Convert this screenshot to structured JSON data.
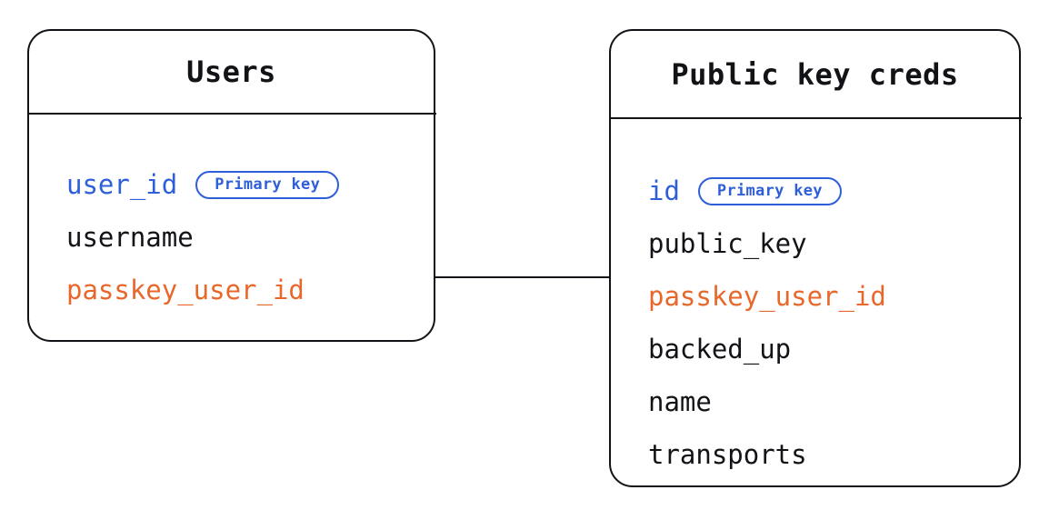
{
  "diagram": {
    "type": "entity-relationship-diagram",
    "background_color": "#ffffff",
    "colors": {
      "stroke": "#111317",
      "text": "#111317",
      "primary_key": "#2F5FD8",
      "foreign_key": "#E8672B"
    },
    "entities": [
      {
        "id": "users",
        "title": "Users",
        "fields": [
          {
            "name": "user_id",
            "role": "primary_key",
            "badge": "Primary key"
          },
          {
            "name": "username",
            "role": "plain",
            "badge": null
          },
          {
            "name": "passkey_user_id",
            "role": "foreign_key",
            "badge": null
          }
        ]
      },
      {
        "id": "public_key_creds",
        "title": "Public key creds",
        "fields": [
          {
            "name": "id",
            "role": "primary_key",
            "badge": "Primary key"
          },
          {
            "name": "public_key",
            "role": "plain",
            "badge": null
          },
          {
            "name": "passkey_user_id",
            "role": "foreign_key",
            "badge": null
          },
          {
            "name": "backed_up",
            "role": "plain",
            "badge": null
          },
          {
            "name": "name",
            "role": "plain",
            "badge": null
          },
          {
            "name": "transports",
            "role": "plain",
            "badge": null
          }
        ]
      }
    ],
    "relationships": [
      {
        "from_entity": "users",
        "from_field": "passkey_user_id",
        "to_entity": "public_key_creds",
        "to_field": "passkey_user_id",
        "style": "straight-line",
        "label": ""
      }
    ]
  }
}
